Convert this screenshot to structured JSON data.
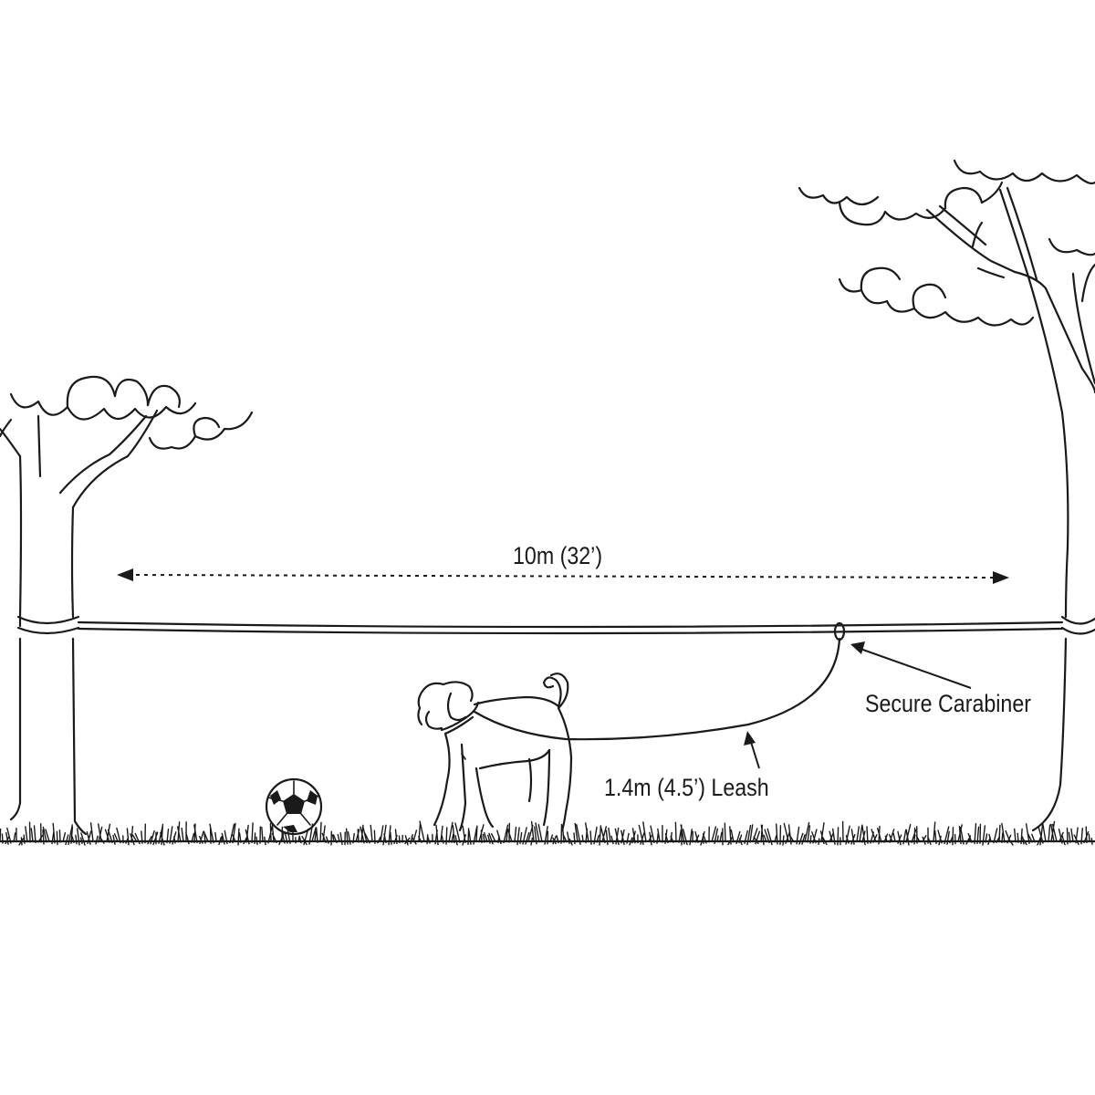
{
  "labels": {
    "span": "10m (32’)",
    "carabiner": "Secure Carabiner",
    "leash": "1.4m (4.5’) Leash"
  },
  "colors": {
    "line": "#1a1a1a",
    "background": "#ffffff"
  },
  "icons": [
    "left-tree",
    "right-tree",
    "tie-out-cable",
    "carabiner",
    "leash",
    "dog",
    "soccer-ball",
    "grass"
  ]
}
